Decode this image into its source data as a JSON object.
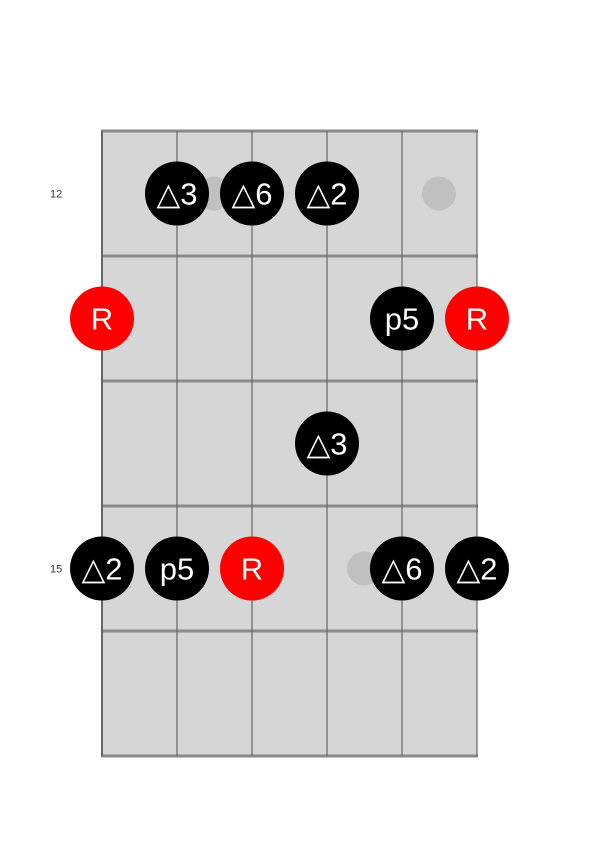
{
  "diagram": {
    "strings": 6,
    "frets_shown": 5,
    "colors": {
      "board": "#d6d6d6",
      "fret_wire": "#8a8a8a",
      "string_line": "#666666",
      "root": "#ff0000",
      "interval": "#000000",
      "ghost": "#c0c0c0"
    },
    "fret_numbers": [
      {
        "row": 0,
        "label": "12"
      },
      {
        "row": 3,
        "label": "15"
      }
    ],
    "ghost_dots": [
      {
        "string": 1,
        "row": 0
      },
      {
        "string": 4,
        "row": 0
      },
      {
        "string": 3,
        "row": 3
      }
    ],
    "notes": [
      {
        "string": 1,
        "row": 0,
        "label": "△3",
        "root": false
      },
      {
        "string": 2,
        "row": 0,
        "label": "△6",
        "root": false
      },
      {
        "string": 3,
        "row": 0,
        "label": "△2",
        "root": false
      },
      {
        "string": 0,
        "row": 1,
        "label": "R",
        "root": true
      },
      {
        "string": 4,
        "row": 1,
        "label": "p5",
        "root": false
      },
      {
        "string": 5,
        "row": 1,
        "label": "R",
        "root": true
      },
      {
        "string": 3,
        "row": 2,
        "label": "△3",
        "root": false
      },
      {
        "string": 0,
        "row": 3,
        "label": "△2",
        "root": false
      },
      {
        "string": 1,
        "row": 3,
        "label": "p5",
        "root": false
      },
      {
        "string": 2,
        "row": 3,
        "label": "R",
        "root": true
      },
      {
        "string": 4,
        "row": 3,
        "label": "△6",
        "root": false
      },
      {
        "string": 5,
        "row": 3,
        "label": "△2",
        "root": false
      }
    ]
  }
}
